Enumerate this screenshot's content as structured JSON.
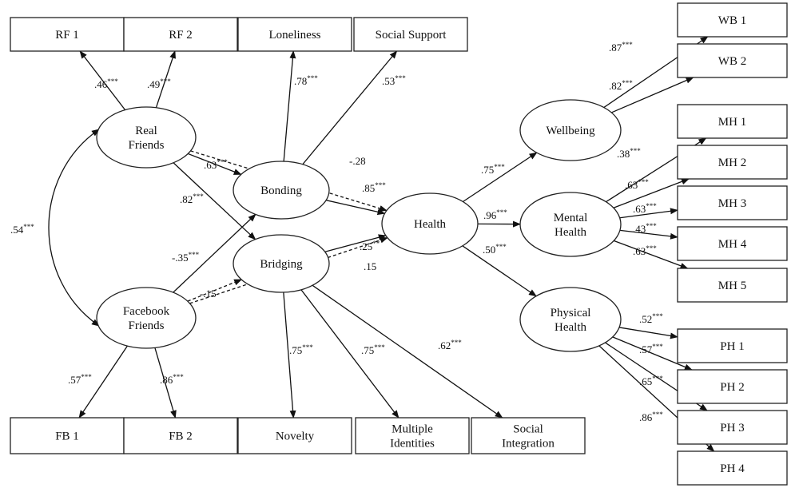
{
  "nodes": {
    "rf1": [
      "RF 1"
    ],
    "rf2": [
      "RF 2"
    ],
    "loneliness": [
      "Loneliness"
    ],
    "social_support": [
      "Social Support"
    ],
    "wb1": [
      "WB 1"
    ],
    "wb2": [
      "WB 2"
    ],
    "mh1": [
      "MH 1"
    ],
    "mh2": [
      "MH 2"
    ],
    "mh3": [
      "MH 3"
    ],
    "mh4": [
      "MH 4"
    ],
    "mh5": [
      "MH 5"
    ],
    "ph1": [
      "PH 1"
    ],
    "ph2": [
      "PH 2"
    ],
    "ph3": [
      "PH 3"
    ],
    "ph4": [
      "PH 4"
    ],
    "fb1": [
      "FB 1"
    ],
    "fb2": [
      "FB 2"
    ],
    "novelty": [
      "Novelty"
    ],
    "multiple_identities": [
      "Multiple",
      "Identities"
    ],
    "social_integration": [
      "Social",
      "Integration"
    ],
    "real_friends": [
      "Real",
      "Friends"
    ],
    "facebook_friends": [
      "Facebook",
      "Friends"
    ],
    "bonding": [
      "Bonding"
    ],
    "bridging": [
      "Bridging"
    ],
    "health": [
      "Health"
    ],
    "wellbeing": [
      "Wellbeing"
    ],
    "mental_health": [
      "Mental",
      "Health"
    ],
    "physical_health": [
      "Physical",
      "Health"
    ]
  },
  "paths": [
    {
      "from": "real_friends",
      "to": "rf1",
      "coef": ".46",
      "sig": "***"
    },
    {
      "from": "real_friends",
      "to": "rf2",
      "coef": ".49",
      "sig": "***"
    },
    {
      "from": "bonding",
      "to": "loneliness",
      "coef": ".78",
      "sig": "***"
    },
    {
      "from": "bonding",
      "to": "social_support",
      "coef": ".53",
      "sig": "***"
    },
    {
      "from": "real_friends",
      "to": "health",
      "coef": "-.28",
      "sig": "",
      "dashed": true
    },
    {
      "from": "real_friends",
      "to": "bonding",
      "coef": ".63",
      "sig": "***"
    },
    {
      "from": "real_friends",
      "to": "bridging",
      "coef": ".82",
      "sig": "***"
    },
    {
      "from": "facebook_friends",
      "to": "bonding",
      "coef": "-.35",
      "sig": "***"
    },
    {
      "from": "facebook_friends",
      "to": "bridging",
      "coef": "-.15",
      "sig": "",
      "dashed": true
    },
    {
      "from": "facebook_friends",
      "to": "health",
      "coef": ".15",
      "sig": "",
      "dashed": true
    },
    {
      "from": "bonding",
      "to": "health",
      "coef": ".85",
      "sig": "***"
    },
    {
      "from": "bridging",
      "to": "health",
      "coef": ".25",
      "sig": "**"
    },
    {
      "from": "health",
      "to": "wellbeing",
      "coef": ".75",
      "sig": "***"
    },
    {
      "from": "health",
      "to": "mental_health",
      "coef": ".96",
      "sig": "***"
    },
    {
      "from": "health",
      "to": "physical_health",
      "coef": ".50",
      "sig": "***"
    },
    {
      "from": "wellbeing",
      "to": "wb1",
      "coef": ".87",
      "sig": "***"
    },
    {
      "from": "wellbeing",
      "to": "wb2",
      "coef": ".82",
      "sig": "***"
    },
    {
      "from": "mental_health",
      "to": "mh1",
      "coef": ".38",
      "sig": "***"
    },
    {
      "from": "mental_health",
      "to": "mh2",
      "coef": ".63",
      "sig": "***"
    },
    {
      "from": "mental_health",
      "to": "mh3",
      "coef": ".63",
      "sig": "***"
    },
    {
      "from": "mental_health",
      "to": "mh4",
      "coef": ".43",
      "sig": "***"
    },
    {
      "from": "mental_health",
      "to": "mh5",
      "coef": ".63",
      "sig": "***"
    },
    {
      "from": "physical_health",
      "to": "ph1",
      "coef": ".52",
      "sig": "***"
    },
    {
      "from": "physical_health",
      "to": "ph2",
      "coef": ".57",
      "sig": "***"
    },
    {
      "from": "physical_health",
      "to": "ph3",
      "coef": ".65",
      "sig": "***"
    },
    {
      "from": "physical_health",
      "to": "ph4",
      "coef": ".86",
      "sig": "***"
    },
    {
      "from": "facebook_friends",
      "to": "fb1",
      "coef": ".57",
      "sig": "***"
    },
    {
      "from": "facebook_friends",
      "to": "fb2",
      "coef": ".86",
      "sig": "***"
    },
    {
      "from": "bridging",
      "to": "novelty",
      "coef": ".75",
      "sig": "***"
    },
    {
      "from": "bridging",
      "to": "multiple_identities",
      "coef": ".75",
      "sig": "***"
    },
    {
      "from": "bridging",
      "to": "social_integration",
      "coef": ".62",
      "sig": "***"
    }
  ],
  "correlation": {
    "between": [
      "real_friends",
      "facebook_friends"
    ],
    "coef": ".54",
    "sig": "***"
  }
}
